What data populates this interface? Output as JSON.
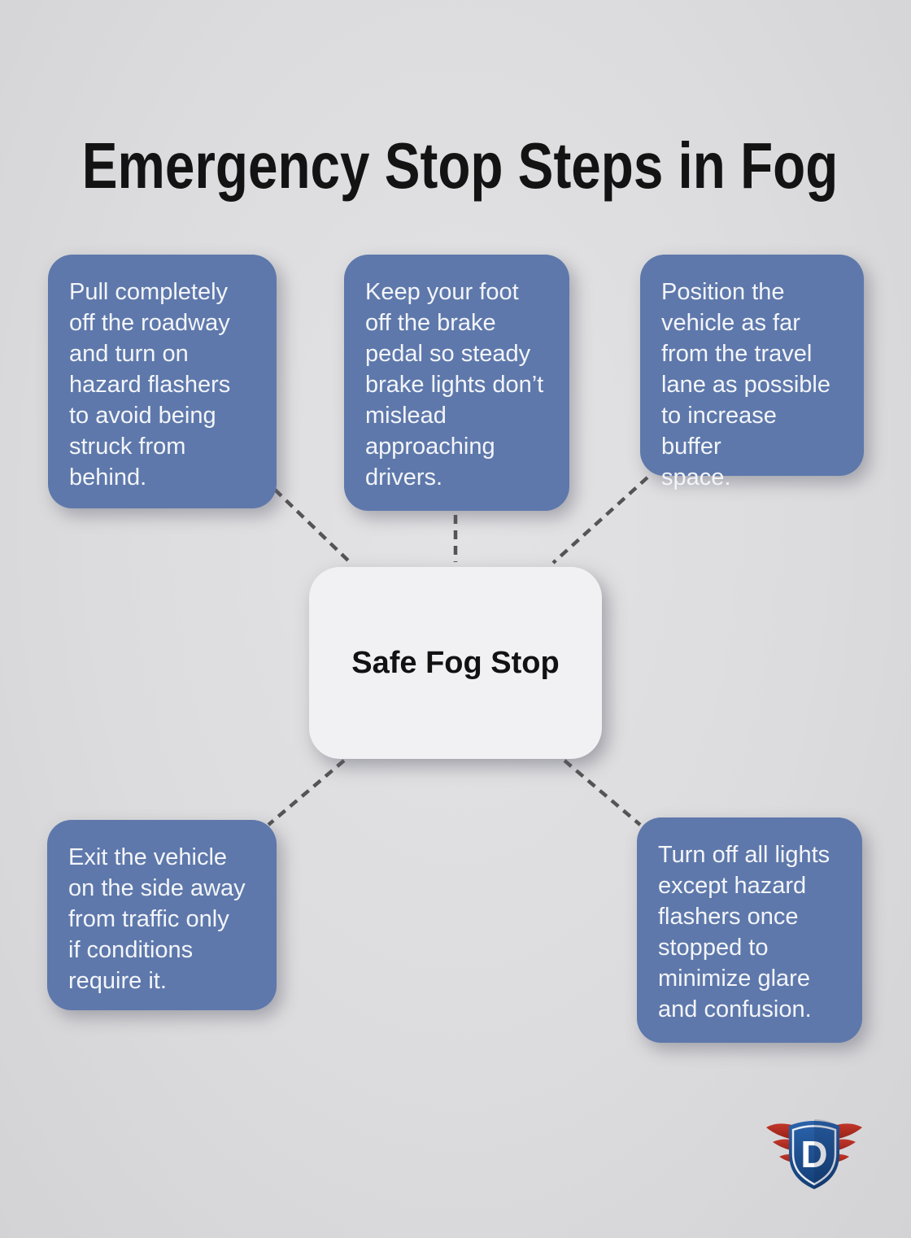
{
  "title": "Emergency Stop Steps in Fog",
  "center": {
    "label": "Safe Fog Stop"
  },
  "steps": [
    {
      "id": "pull-off-roadway",
      "position": "top-left",
      "text": "Pull completely\noff the roadway\nand turn on\nhazard flashers\nto avoid being\nstruck from\nbehind."
    },
    {
      "id": "foot-off-brake",
      "position": "top-center",
      "text": "Keep your foot\noff the brake\npedal so steady\nbrake lights don’t\nmislead\napproaching\ndrivers."
    },
    {
      "id": "position-vehicle",
      "position": "top-right",
      "text": "Position the\nvehicle as far\nfrom the travel\nlane as possible\nto increase buffer\nspace."
    },
    {
      "id": "exit-vehicle",
      "position": "bottom-left",
      "text": "Exit the vehicle\non the side away\nfrom traffic only\nif conditions\nrequire it."
    },
    {
      "id": "turn-off-lights",
      "position": "bottom-right",
      "text": "Turn off all lights\nexcept hazard\nflashers once\nstopped to\nminimize glare\nand confusion."
    }
  ],
  "logo": {
    "letter": "D"
  },
  "colors": {
    "background": "#dcdcde",
    "step_box_blue": "#5e78ab",
    "step_text": "#f3f5f9",
    "center_box": "#f1f1f4",
    "title_text": "#131313",
    "connector_gray": "#545454",
    "logo_navy": "#1c4d8e",
    "logo_red": "#b02a1d"
  }
}
